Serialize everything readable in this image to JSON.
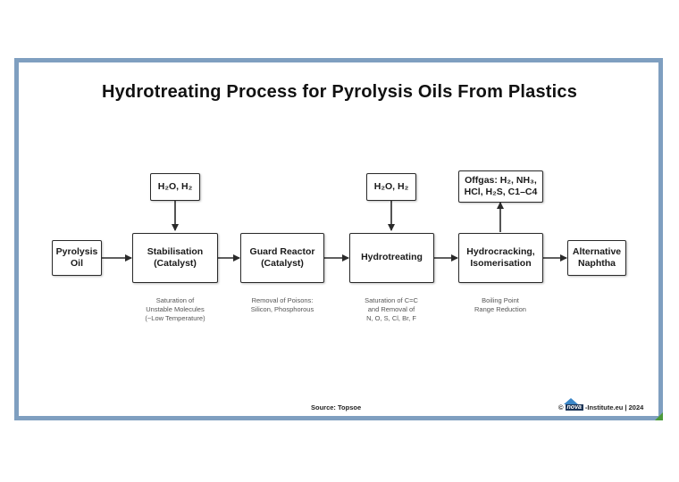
{
  "title": "Hydrotreating Process for Pyrolysis Oils From Plastics",
  "nodes": {
    "pyrolysis_oil": "Pyrolysis\nOil",
    "stabilisation": "Stabilisation\n(Catalyst)",
    "guard_reactor": "Guard Reactor\n(Catalyst)",
    "hydrotreating": "Hydrotreating",
    "hydrocracking": "Hydrocracking,\nIsomerisation",
    "alternative_naphtha": "Alternative\nNaphtha",
    "input_1": "H₂O, H₂",
    "input_2": "H₂O, H₂",
    "offgas": "Offgas: H₂, NH₃,\nHCl, H₂S, C1–C4"
  },
  "notes": {
    "stabilisation": "Saturation of\nUnstable Molecules\n(~Low Temperature)",
    "guard_reactor": "Removal of Poisons:\nSilicon, Phosphorous",
    "hydrotreating": "Saturation of C=C\nand Removal of\nN, O, S, Cl, Br, F",
    "hydrocracking": "Boiling Point\nRange Reduction"
  },
  "footer": {
    "source": "Source: Topsoe",
    "copyright": "©",
    "logo_text": "nova",
    "credit": "-Institute.eu | 2024"
  },
  "colors": {
    "frame": "#7f9fc0",
    "box_border": "#2a2a2a",
    "arrow": "#2a2a2a"
  }
}
